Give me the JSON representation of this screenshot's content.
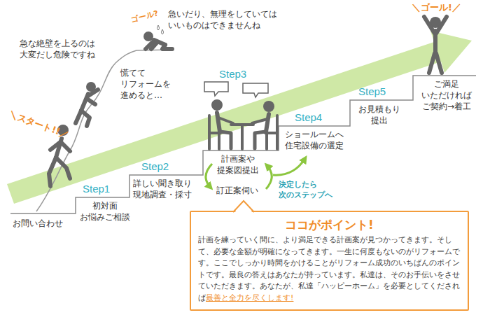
{
  "diagram": {
    "nodes": [
      {
        "text": [
          "ココがポイント!",
          "計画を練っていく間に、より満足できる計画案が見つかってきます。そして、必要な金額が明確になってきます。一生に何度もないのがリフォームです。ここでしっかり時間をかけることがリフォーム成功のいちばんのポイントです。最良の答えはあなたが持っています。私達は、そのお手伝いをさせていただきます。あなたが、私達「ハッピーホーム」を必要としてくだされば",
          "最善と全力を尽くします!"
        ]
      }
    ],
    "labels": [
      "急な絶壁を上るのは 大変だし危険ですね",
      "ゴール?",
      "急いだり、無理をしていては いいものはできませんね",
      "慌てて リフォームを 進めると…",
      "＼スタート!!／",
      "お問い合わせ",
      "Step1",
      "初対面 お悩みご相談",
      "Step2",
      "詳しい聞き取り 現地調査・採寸",
      "Step3",
      "計画案や 提案図提出",
      "訂正案伺い",
      "決定したら 次のステップへ",
      "Step4",
      "ショールームへ 住宅設備の選定",
      "Step5",
      "お見積もり 提出",
      "＼ゴール!／",
      "ご満足 いただければ ご契約→着工"
    ]
  }
}
